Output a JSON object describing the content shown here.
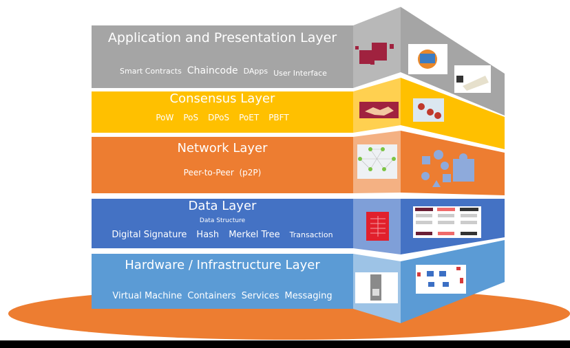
{
  "layers": [
    {
      "title": "Application and Presentation Layer",
      "items": [
        "Smart Contracts",
        "Chaincode",
        "DApps",
        "User Interface"
      ],
      "color": "#a5a5a5"
    },
    {
      "title": "Consensus Layer",
      "items": [
        "PoW",
        "PoS",
        "DPoS",
        "PoET",
        "PBFT"
      ],
      "color": "#ffc000"
    },
    {
      "title": "Network Layer",
      "items": [
        "Peer-to-Peer  (p2P)"
      ],
      "color": "#ed7d31"
    },
    {
      "title": "Data Layer",
      "subtitle": "Data Structure",
      "items": [
        "Digital Signature",
        "Hash",
        "Merkel Tree",
        "Transaction"
      ],
      "color": "#4472c4"
    },
    {
      "title": "Hardware / Infrastructure Layer",
      "items": [
        "Virtual Machine",
        "Containers",
        "Services",
        "Messaging"
      ],
      "color": "#5b9bd5"
    }
  ],
  "base_color": "#ed7d31",
  "icons": [
    "blocks-icon",
    "apps-collage-icon",
    "paper-contract-icon",
    "handshake-icon",
    "gears-coins-icon",
    "p2p-network-icon",
    "shapes-puzzle-icon",
    "spreadsheet-icon",
    "block-chain-diagram-icon",
    "server-tower-icon",
    "infrastructure-diagram-icon"
  ]
}
